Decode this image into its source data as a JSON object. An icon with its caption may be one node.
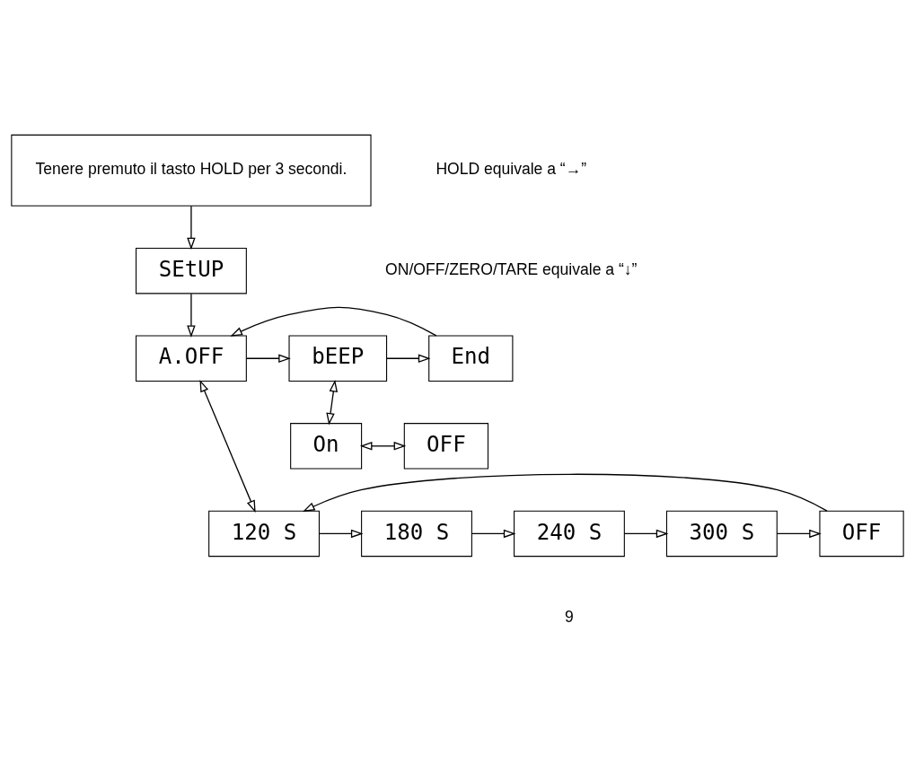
{
  "diagram": {
    "nodes": [
      {
        "text": [
          "Tenere premuto il tasto HOLD per 3 secondi."
        ]
      },
      {
        "text": [
          "SEtUP"
        ]
      },
      {
        "text": [
          "A.OFF"
        ]
      },
      {
        "text": [
          "bEEP"
        ]
      },
      {
        "text": [
          "End"
        ]
      },
      {
        "text": [
          "On"
        ]
      },
      {
        "text": [
          "OFF"
        ]
      },
      {
        "text": [
          "120 S"
        ]
      },
      {
        "text": [
          "180 S"
        ]
      },
      {
        "text": [
          "240 S"
        ]
      },
      {
        "text": [
          "300 S"
        ]
      },
      {
        "text": [
          "OFF"
        ]
      }
    ],
    "edges": [
      {
        "from": 0,
        "to": 1,
        "arrow": "to"
      },
      {
        "from": 1,
        "to": 2,
        "arrow": "to"
      },
      {
        "from": 2,
        "to": 3,
        "arrow": "to"
      },
      {
        "from": 3,
        "to": 4,
        "arrow": "to"
      },
      {
        "from": 4,
        "to": 2,
        "arrow": "to"
      },
      {
        "from": 3,
        "to": 5,
        "arrow": "both"
      },
      {
        "from": 5,
        "to": 6,
        "arrow": "both"
      },
      {
        "from": 2,
        "to": 7,
        "arrow": "both"
      },
      {
        "from": 7,
        "to": 8,
        "arrow": "to"
      },
      {
        "from": 8,
        "to": 9,
        "arrow": "to"
      },
      {
        "from": 9,
        "to": 10,
        "arrow": "to"
      },
      {
        "from": 10,
        "to": 11,
        "arrow": "to"
      },
      {
        "from": 11,
        "to": 7,
        "arrow": "to"
      }
    ],
    "labels": [
      "HOLD equivale a “→”",
      "ON/OFF/ZERO/TARE equivale a “↓”",
      "9"
    ]
  }
}
